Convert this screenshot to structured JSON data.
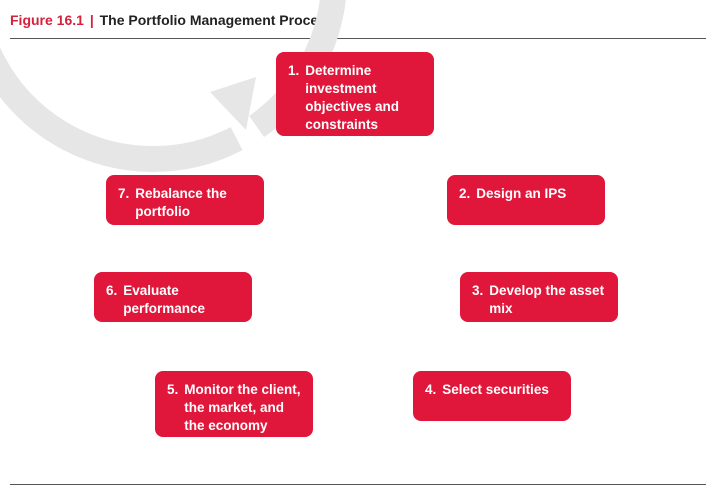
{
  "figure": {
    "number": "Figure 16.1",
    "title": "The Portfolio Management Process"
  },
  "steps": [
    {
      "num": "1.",
      "label": "Determine investment objectives and constraints"
    },
    {
      "num": "2.",
      "label": "Design an IPS"
    },
    {
      "num": "3.",
      "label": "Develop the asset mix"
    },
    {
      "num": "4.",
      "label": "Select securities"
    },
    {
      "num": "5.",
      "label": "Monitor the client, the market, and the economy"
    },
    {
      "num": "6.",
      "label": "Evaluate performance"
    },
    {
      "num": "7.",
      "label": "Rebalance the portfolio"
    }
  ],
  "colors": {
    "accent": "#d6213d",
    "box": "#e0173a",
    "cycle": "#e6e6e6"
  }
}
